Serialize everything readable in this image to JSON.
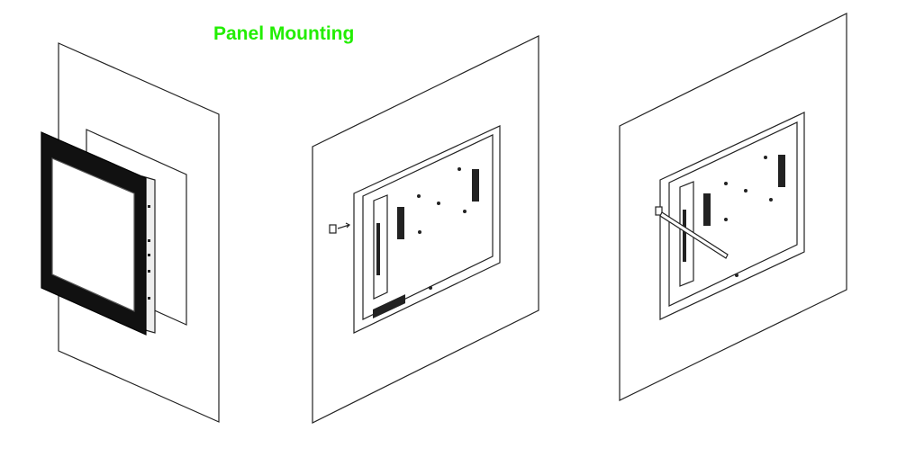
{
  "title": "Panel Mounting",
  "colors": {
    "title": "#22ee00",
    "line": "#222222",
    "bezel": "#111111"
  },
  "steps": [
    {
      "name": "insert-monitor-into-cutout"
    },
    {
      "name": "attach-mounting-clips"
    },
    {
      "name": "tighten-clips-with-screwdriver"
    }
  ]
}
